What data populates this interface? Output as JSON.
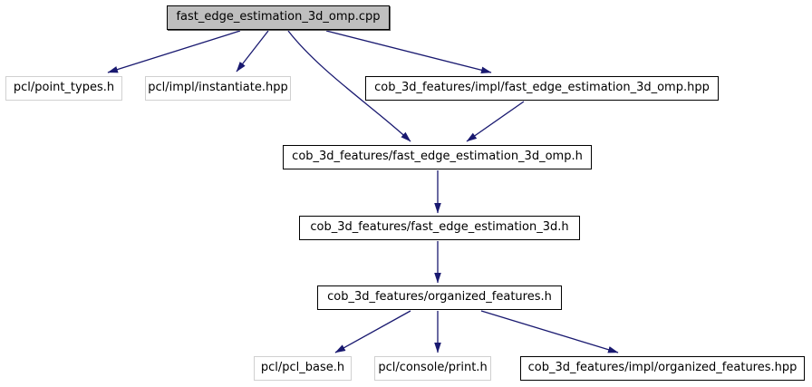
{
  "diagram": {
    "type": "include-dependency-graph",
    "root": "fast_edge_estimation_3d_omp.cpp"
  },
  "colors": {
    "edge": "#191970",
    "node_fill": "#ffffff",
    "root_fill": "#bfbfbf",
    "linked_border": "#000000",
    "external_border": "#d0d0d0",
    "text": "#000000",
    "background": "#ffffff"
  },
  "nodes": [
    {
      "label": "fast_edge_estimation_3d_omp.cpp",
      "kind": "root"
    },
    {
      "label": "pcl/point_types.h",
      "kind": "external"
    },
    {
      "label": "pcl/impl/instantiate.hpp",
      "kind": "external"
    },
    {
      "label": "cob_3d_features/impl/fast_edge_estimation_3d_omp.hpp",
      "kind": "linked"
    },
    {
      "label": "cob_3d_features/fast_edge_estimation_3d_omp.h",
      "kind": "linked"
    },
    {
      "label": "cob_3d_features/fast_edge_estimation_3d.h",
      "kind": "linked"
    },
    {
      "label": "cob_3d_features/organized_features.h",
      "kind": "linked"
    },
    {
      "label": "pcl/pcl_base.h",
      "kind": "external"
    },
    {
      "label": "pcl/console/print.h",
      "kind": "external"
    },
    {
      "label": "cob_3d_features/impl/organized_features.hpp",
      "kind": "linked"
    }
  ],
  "edges": [
    {
      "from": "fast_edge_estimation_3d_omp.cpp",
      "to": "pcl/point_types.h"
    },
    {
      "from": "fast_edge_estimation_3d_omp.cpp",
      "to": "pcl/impl/instantiate.hpp"
    },
    {
      "from": "fast_edge_estimation_3d_omp.cpp",
      "to": "cob_3d_features/fast_edge_estimation_3d_omp.h"
    },
    {
      "from": "fast_edge_estimation_3d_omp.cpp",
      "to": "cob_3d_features/impl/fast_edge_estimation_3d_omp.hpp"
    },
    {
      "from": "cob_3d_features/impl/fast_edge_estimation_3d_omp.hpp",
      "to": "cob_3d_features/fast_edge_estimation_3d_omp.h"
    },
    {
      "from": "cob_3d_features/fast_edge_estimation_3d_omp.h",
      "to": "cob_3d_features/fast_edge_estimation_3d.h"
    },
    {
      "from": "cob_3d_features/fast_edge_estimation_3d.h",
      "to": "cob_3d_features/organized_features.h"
    },
    {
      "from": "cob_3d_features/organized_features.h",
      "to": "pcl/pcl_base.h"
    },
    {
      "from": "cob_3d_features/organized_features.h",
      "to": "pcl/console/print.h"
    },
    {
      "from": "cob_3d_features/organized_features.h",
      "to": "cob_3d_features/impl/organized_features.hpp"
    }
  ]
}
